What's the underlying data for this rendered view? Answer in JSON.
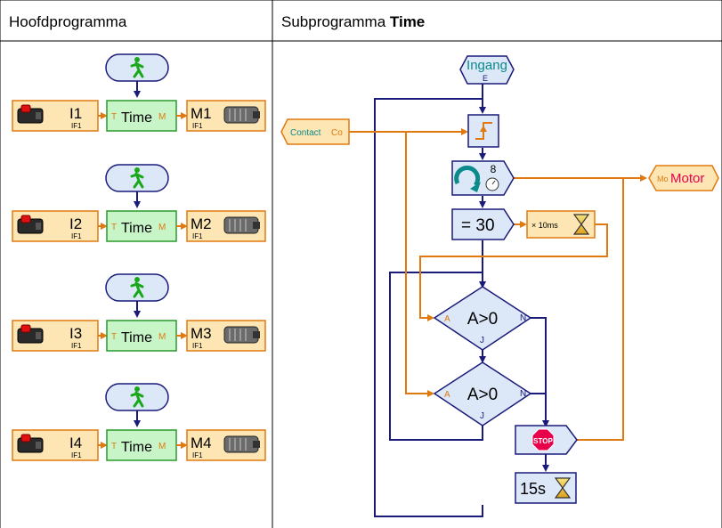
{
  "table": {
    "left_header": "Hoofdprogramma",
    "right_header_prefix": "Subprogramma ",
    "right_header_bold": "Time"
  },
  "main_program": {
    "rows": [
      {
        "input": "I1",
        "interface": "IF1",
        "sub": "Time",
        "sub_in": "T",
        "sub_out": "M",
        "motor": "M1"
      },
      {
        "input": "I2",
        "interface": "IF1",
        "sub": "Time",
        "sub_in": "T",
        "sub_out": "M",
        "motor": "M2"
      },
      {
        "input": "I3",
        "interface": "IF1",
        "sub": "Time",
        "sub_in": "T",
        "sub_out": "M",
        "motor": "M3"
      },
      {
        "input": "I4",
        "interface": "IF1",
        "sub": "Time",
        "sub_in": "T",
        "sub_out": "M",
        "motor": "M4"
      }
    ]
  },
  "sub_program": {
    "entry_label": "Ingang",
    "entry_sub": "E",
    "contact_label": "Contact",
    "contact_port": "Co",
    "motor_label": "Motor",
    "motor_port": "Mo",
    "loop_count": "8",
    "assign_value": "= 30",
    "wait_label": "× 10ms",
    "branch1_label": "A>0",
    "branch2_label": "A>0",
    "branch_in": "A",
    "branch_no": "N",
    "branch_yes": "J",
    "stop_label": "STOP",
    "delay_label": "15s"
  },
  "colors": {
    "flow_line": "#1a1a7a",
    "data_line": "#e07a10",
    "block_fill": "#dce8f8",
    "block_stroke": "#1a1a7a",
    "sub_fill": "#c8f5c8",
    "sub_stroke": "#2a9a2a",
    "io_fill": "#fde6b4",
    "io_stroke": "#e07a10",
    "stop_red": "#e8004a",
    "teal_text": "#0a8a8a"
  }
}
